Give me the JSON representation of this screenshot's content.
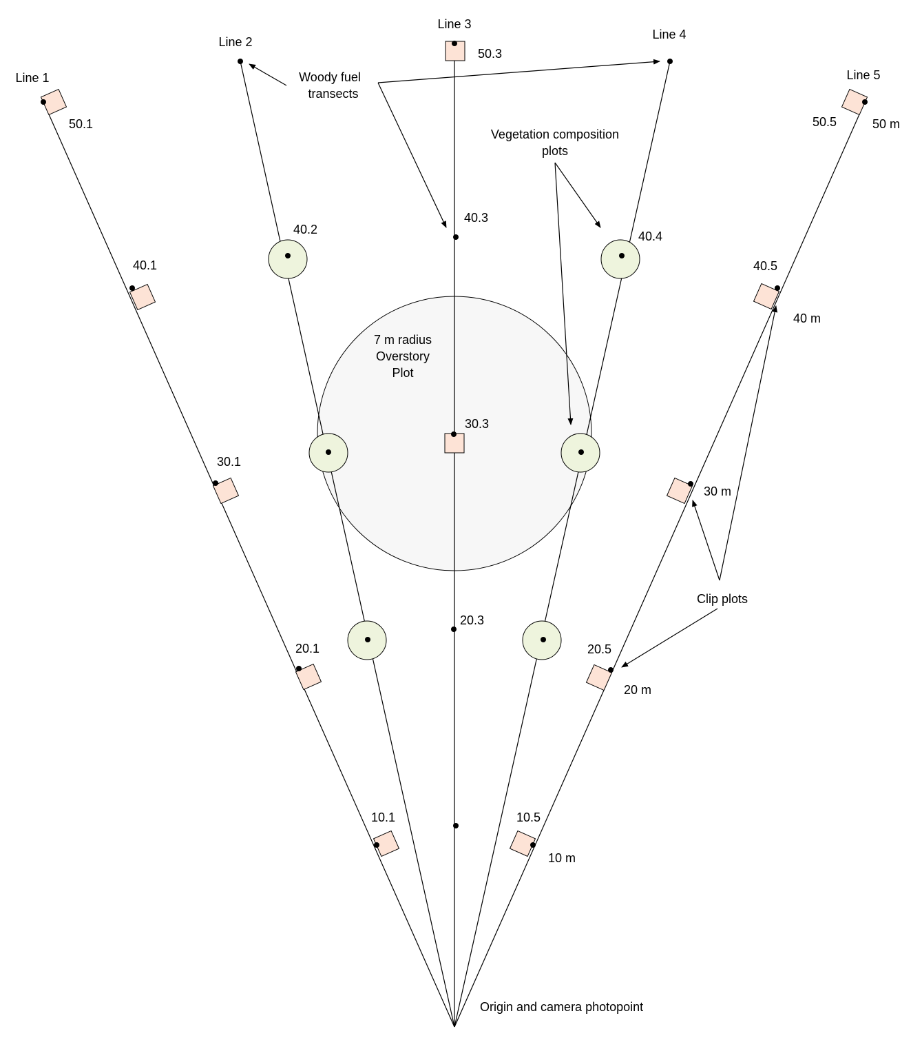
{
  "colors": {
    "clip_plot_fill": "#fde3d6",
    "veg_plot_fill": "#eef4dd",
    "overstory_fill": "#f7f7f7",
    "stroke": "#000000"
  },
  "lines": [
    "Line 1",
    "Line 2",
    "Line 3",
    "Line 4",
    "Line 5"
  ],
  "station_labels": {
    "s50_1": "50.1",
    "s40_1": "40.1",
    "s30_1": "30.1",
    "s20_1": "20.1",
    "s10_1": "10.1",
    "s40_2": "40.2",
    "s50_3": "50.3",
    "s40_3": "40.3",
    "s30_3": "30.3",
    "s20_3": "20.3",
    "s40_4": "40.4",
    "s50_5": "50.5",
    "s40_5": "40.5",
    "s20_5": "20.5",
    "s10_5": "10.5"
  },
  "distances": [
    "50 m",
    "40 m",
    "30 m",
    "20 m",
    "10 m"
  ],
  "callouts": {
    "woody_fuel_1": "Woody fuel",
    "woody_fuel_2": "transects",
    "vegetation_1": "Vegetation composition",
    "vegetation_2": "plots",
    "overstory_1": "7 m radius",
    "overstory_2": "Overstory",
    "overstory_3": "Plot",
    "clip_plots": "Clip plots",
    "origin": "Origin and camera photopoint"
  }
}
